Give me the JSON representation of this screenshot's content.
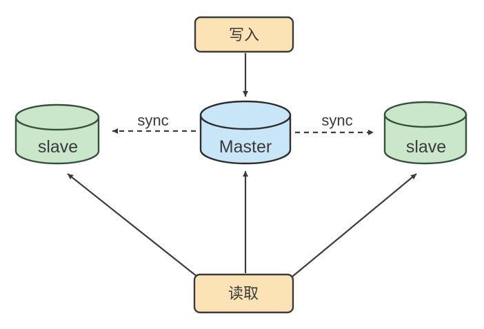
{
  "diagram": {
    "nodes": {
      "write": {
        "label": "写入"
      },
      "read": {
        "label": "读取"
      },
      "master": {
        "label": "Master"
      },
      "slave_left": {
        "label": "slave"
      },
      "slave_right": {
        "label": "slave"
      }
    },
    "edges": {
      "sync_left": {
        "label": "sync"
      },
      "sync_right": {
        "label": "sync"
      }
    },
    "colors": {
      "action_box_fill": "#FCE3B6",
      "master_fill": "#C9E5F8",
      "slave_fill": "#CAE6CB",
      "line": "#3A3A3A",
      "text": "#3A3A3A"
    }
  }
}
